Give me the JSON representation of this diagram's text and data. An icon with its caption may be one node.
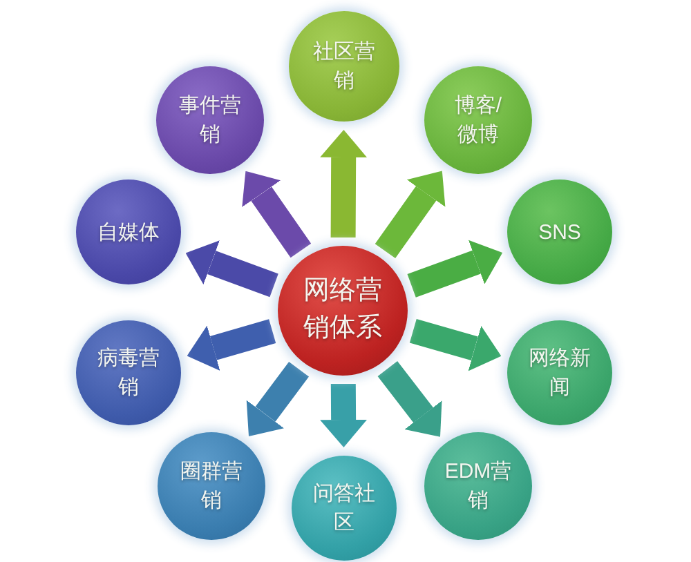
{
  "diagram": {
    "nodes": [
      {
        "text": [
          "网络营销体系"
        ]
      },
      {
        "text": [
          "社区营销"
        ]
      },
      {
        "text": [
          "博客/微博"
        ]
      },
      {
        "text": [
          "SNS"
        ]
      },
      {
        "text": [
          "网络新闻"
        ]
      },
      {
        "text": [
          "EDM营销"
        ]
      },
      {
        "text": [
          "问答社区"
        ]
      },
      {
        "text": [
          "圈群营销"
        ]
      },
      {
        "text": [
          "病毒营销"
        ]
      },
      {
        "text": [
          "自媒体"
        ]
      },
      {
        "text": [
          "事件营销"
        ]
      }
    ],
    "edges": [
      {
        "from": 0,
        "to": 1,
        "arrow": "to",
        "color": "#8ab832"
      },
      {
        "from": 0,
        "to": 2,
        "arrow": "to",
        "color": "#6cb83a"
      },
      {
        "from": 0,
        "to": 3,
        "arrow": "to",
        "color": "#4aad44"
      },
      {
        "from": 0,
        "to": 4,
        "arrow": "to",
        "color": "#3aa86c"
      },
      {
        "from": 0,
        "to": 5,
        "arrow": "to",
        "color": "#3aa08a"
      },
      {
        "from": 0,
        "to": 6,
        "arrow": "to",
        "color": "#38a0a8"
      },
      {
        "from": 0,
        "to": 7,
        "arrow": "to",
        "color": "#3d80ae"
      },
      {
        "from": 0,
        "to": 8,
        "arrow": "to",
        "color": "#3f5fae"
      },
      {
        "from": 0,
        "to": 9,
        "arrow": "to",
        "color": "#4b4aa8"
      },
      {
        "from": 0,
        "to": 10,
        "arrow": "to",
        "color": "#6b4aaa"
      }
    ]
  }
}
